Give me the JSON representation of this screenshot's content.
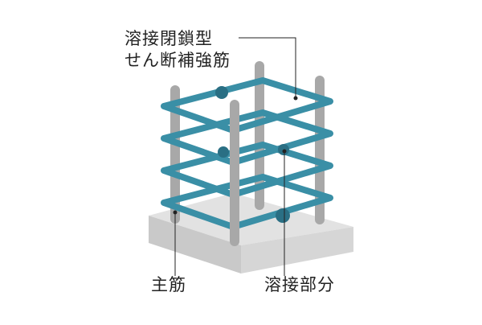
{
  "labels": {
    "top_line1": "溶接閉鎖型",
    "top_line2": "せん断補強筋",
    "main_rebar": "主筋",
    "weld_part": "溶接部分"
  },
  "colors": {
    "hoop": "#3a8fa6",
    "hoop_dark": "#2a6f84",
    "rebar": "#a8a8a8",
    "rebar_dark": "#7c7c7c",
    "base_top": "#e2e2e2",
    "base_left": "#c9c9c9",
    "base_right": "#d6d6d6",
    "leader": "#222222",
    "text": "#222222"
  }
}
